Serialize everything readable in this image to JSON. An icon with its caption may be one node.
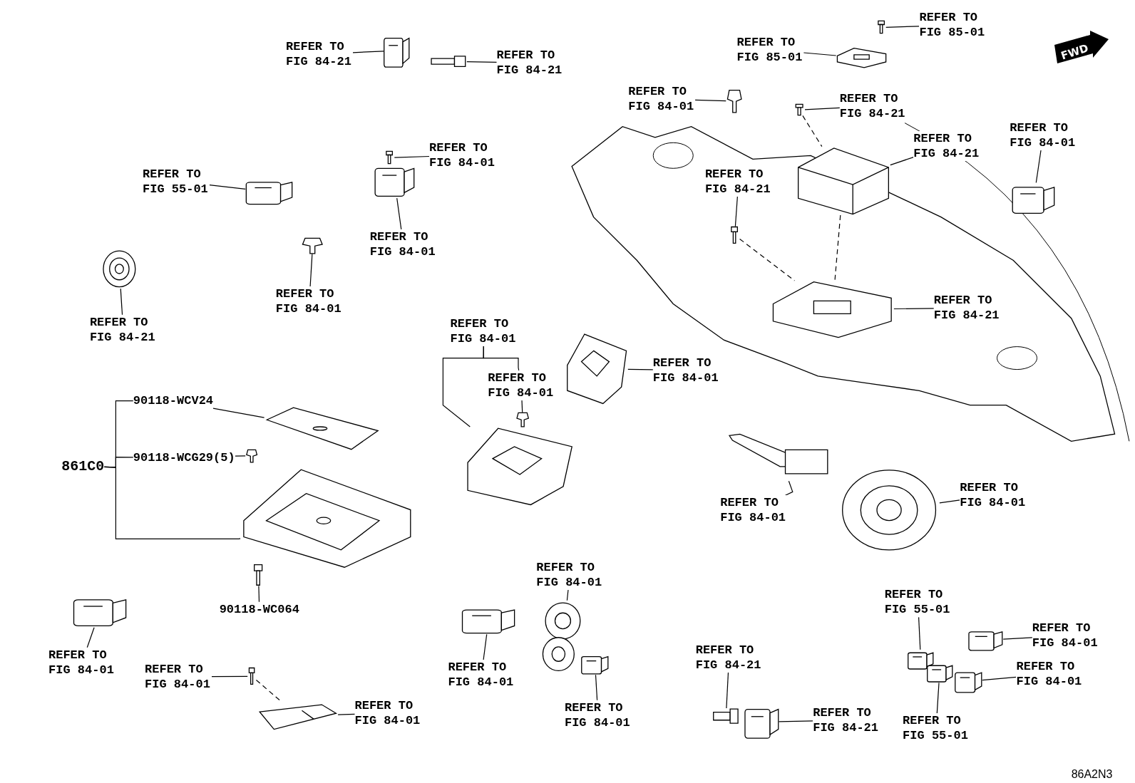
{
  "diagram": {
    "nodes": [
      {
        "text": [
          "REFER TO FIG 85-01"
        ]
      },
      {
        "text": [],
        "shape": "picture"
      },
      {
        "text": [
          "REFER TO FIG 84-21"
        ]
      },
      {
        "text": [],
        "shape": "picture"
      },
      {
        "text": [
          "REFER TO FIG 84-21"
        ]
      },
      {
        "text": [],
        "shape": "picture"
      },
      {
        "text": [
          "REFER TO FIG 85-01"
        ]
      },
      {
        "text": [],
        "shape": "picture"
      },
      {
        "text": [
          "REFER TO FIG 84-01"
        ]
      },
      {
        "text": [],
        "shape": "picture"
      },
      {
        "text": [
          "REFER TO FIG 84-21"
        ]
      },
      {
        "text": [],
        "shape": "picture"
      },
      {
        "text": [
          "REFER TO FIG 84-01"
        ]
      },
      {
        "text": [],
        "shape": "picture"
      },
      {
        "text": [
          "REFER TO FIG 84-21"
        ]
      },
      {
        "text": [],
        "shape": "picture"
      },
      {
        "text": [
          "REFER TO FIG 84-01"
        ]
      },
      {
        "text": [],
        "shape": "picture"
      },
      {
        "text": [
          "REFER TO FIG 55-01"
        ]
      },
      {
        "text": [],
        "shape": "picture"
      },
      {
        "text": [
          "REFER TO FIG 84-21"
        ]
      },
      {
        "text": [],
        "shape": "picture"
      },
      {
        "text": [
          "REFER TO FIG 84-01"
        ]
      },
      {
        "text": [],
        "shape": "picture"
      },
      {
        "text": [
          "REFER TO FIG 84-01"
        ]
      },
      {
        "text": [],
        "shape": "picture"
      },
      {
        "text": [
          "REFER TO FIG 84-21"
        ]
      },
      {
        "text": [],
        "shape": "picture"
      },
      {
        "text": [
          "REFER TO FIG 84-21"
        ]
      },
      {
        "text": [],
        "shape": "picture"
      },
      {
        "text": [
          "REFER TO FIG 84-01"
        ]
      },
      {
        "text": [],
        "shape": "picture"
      },
      {
        "text": [
          "REFER TO FIG 84-01"
        ]
      },
      {
        "text": [],
        "shape": "picture"
      },
      {
        "text": [
          "REFER TO FIG 84-01"
        ]
      },
      {
        "text": [],
        "shape": "picture"
      },
      {
        "text": [
          "861C0"
        ]
      },
      {
        "text": [
          "90118-WCV24"
        ]
      },
      {
        "text": [],
        "shape": "picture"
      },
      {
        "text": [
          "90118-WCG29(5)"
        ]
      },
      {
        "text": [],
        "shape": "picture"
      },
      {
        "text": [],
        "shape": "picture"
      },
      {
        "text": [
          "REFER TO FIG 84-01"
        ]
      },
      {
        "text": [],
        "shape": "picture"
      },
      {
        "text": [
          "REFER TO FIG 84-01"
        ]
      },
      {
        "text": [],
        "shape": "picture"
      },
      {
        "text": [
          "REFER TO FIG 84-01"
        ]
      },
      {
        "text": [],
        "shape": "picture"
      },
      {
        "text": [
          "90118-WC064"
        ]
      },
      {
        "text": [],
        "shape": "picture"
      },
      {
        "text": [
          "REFER TO FIG 55-01"
        ]
      },
      {
        "text": [],
        "shape": "picture"
      },
      {
        "text": [
          "REFER TO FIG 84-01"
        ]
      },
      {
        "text": [],
        "shape": "picture"
      },
      {
        "text": [
          "REFER TO FIG 84-01"
        ]
      },
      {
        "text": [],
        "shape": "picture"
      },
      {
        "text": [
          "REFER TO FIG 84-01"
        ]
      },
      {
        "text": [],
        "shape": "picture"
      },
      {
        "text": [
          "REFER TO FIG 84-21"
        ]
      },
      {
        "text": [],
        "shape": "picture"
      },
      {
        "text": [
          "REFER TO FIG 84-01"
        ]
      },
      {
        "text": [],
        "shape": "picture"
      },
      {
        "text": [
          "REFER TO FIG 84-01"
        ]
      },
      {
        "text": [],
        "shape": "picture"
      },
      {
        "text": [
          "REFER TO FIG 84-01"
        ]
      },
      {
        "text": [],
        "shape": "picture"
      },
      {
        "text": [
          "REFER TO FIG 84-01"
        ]
      },
      {
        "text": [],
        "shape": "picture"
      },
      {
        "text": [
          "REFER TO FIG 84-21"
        ]
      },
      {
        "text": [],
        "shape": "picture"
      },
      {
        "text": [
          "REFER TO FIG 55-01"
        ]
      },
      {
        "text": [],
        "shape": "picture"
      }
    ],
    "edges": [
      {
        "from": 0,
        "to": 1,
        "arrow": "none"
      },
      {
        "from": 2,
        "to": 3,
        "arrow": "none"
      },
      {
        "from": 4,
        "to": 5,
        "arrow": "none"
      },
      {
        "from": 6,
        "to": 7,
        "arrow": "none"
      },
      {
        "from": 8,
        "to": 9,
        "arrow": "none"
      },
      {
        "from": 10,
        "to": 11,
        "arrow": "none"
      },
      {
        "from": 12,
        "to": 13,
        "arrow": "none"
      },
      {
        "from": 14,
        "to": 15,
        "arrow": "none"
      },
      {
        "from": 16,
        "to": 17,
        "arrow": "none"
      },
      {
        "from": 18,
        "to": 19,
        "arrow": "none"
      },
      {
        "from": 20,
        "to": 21,
        "arrow": "none"
      },
      {
        "from": 22,
        "to": 23,
        "arrow": "none"
      },
      {
        "from": 24,
        "to": 25,
        "arrow": "none"
      },
      {
        "from": 26,
        "to": 27,
        "arrow": "none"
      },
      {
        "from": 28,
        "to": 29,
        "arrow": "none"
      },
      {
        "from": 30,
        "to": 31,
        "arrow": "none"
      },
      {
        "from": 30,
        "to": 32,
        "arrow": "none"
      },
      {
        "from": 32,
        "to": 33,
        "arrow": "none"
      },
      {
        "from": 34,
        "to": 35,
        "arrow": "none"
      },
      {
        "from": 36,
        "to": 37,
        "arrow": "none"
      },
      {
        "from": 36,
        "to": 39,
        "arrow": "none"
      },
      {
        "from": 36,
        "to": 41,
        "arrow": "none"
      },
      {
        "from": 37,
        "to": 38,
        "arrow": "none"
      },
      {
        "from": 39,
        "to": 40,
        "arrow": "none"
      },
      {
        "from": 42,
        "to": 43,
        "arrow": "none"
      },
      {
        "from": 44,
        "to": 45,
        "arrow": "none"
      },
      {
        "from": 46,
        "to": 47,
        "arrow": "none"
      },
      {
        "from": 48,
        "to": 49,
        "arrow": "none"
      },
      {
        "from": 50,
        "to": 51,
        "arrow": "none"
      },
      {
        "from": 52,
        "to": 53,
        "arrow": "none"
      },
      {
        "from": 54,
        "to": 55,
        "arrow": "none"
      },
      {
        "from": 56,
        "to": 57,
        "arrow": "none"
      },
      {
        "from": 58,
        "to": 59,
        "arrow": "none"
      },
      {
        "from": 60,
        "to": 61,
        "arrow": "none"
      },
      {
        "from": 62,
        "to": 63,
        "arrow": "none"
      },
      {
        "from": 64,
        "to": 65,
        "arrow": "none"
      },
      {
        "from": 66,
        "to": 67,
        "arrow": "none"
      },
      {
        "from": 68,
        "to": 69,
        "arrow": "none"
      },
      {
        "from": 70,
        "to": 71,
        "arrow": "none"
      },
      {
        "from": 11,
        "to": 15,
        "arrow": "none",
        "style": "dashed"
      },
      {
        "from": 15,
        "to": 29,
        "arrow": "none",
        "style": "dashed"
      },
      {
        "from": 21,
        "to": 29,
        "arrow": "none",
        "style": "dashed"
      },
      {
        "from": 61,
        "to": 67,
        "arrow": "none",
        "style": "dashed"
      }
    ],
    "labels": [
      "FWD",
      "86A2N3"
    ]
  }
}
